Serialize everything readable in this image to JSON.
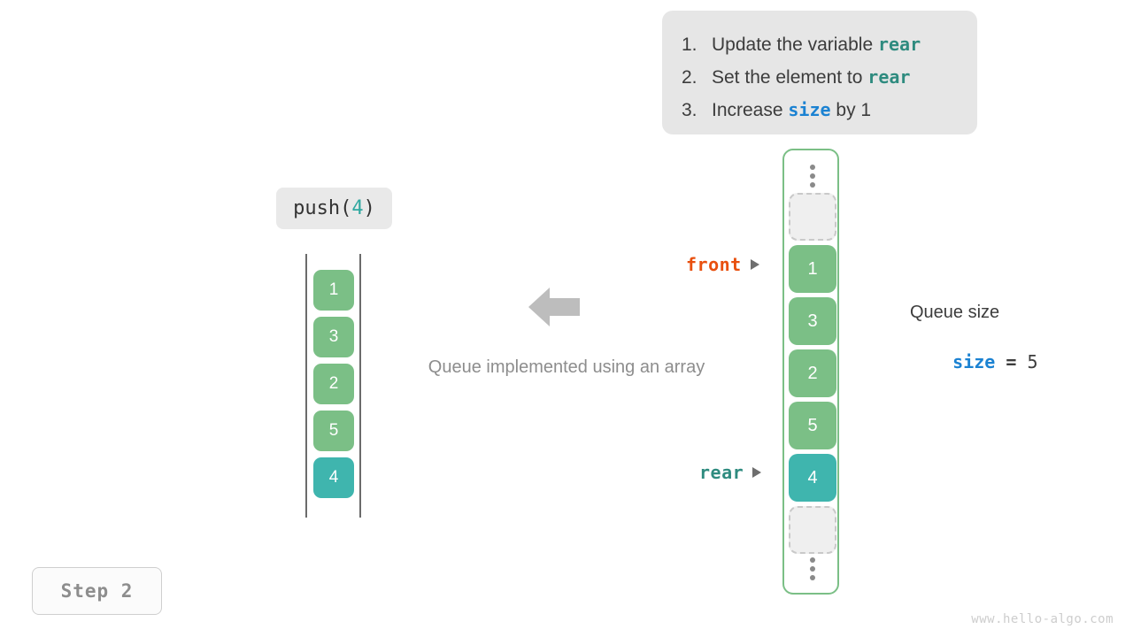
{
  "instructions": {
    "items": [
      {
        "num": "1.",
        "pre": "Update the variable ",
        "code": "rear",
        "post": "",
        "code_color": "teal"
      },
      {
        "num": "2.",
        "pre": "Set the element to ",
        "code": "rear",
        "post": "",
        "code_color": "teal"
      },
      {
        "num": "3.",
        "pre": "Increase ",
        "code": "size",
        "post": " by 1",
        "code_color": "blue"
      }
    ]
  },
  "operation": {
    "prefix": "push(",
    "argument": "4",
    "suffix": ")"
  },
  "left_queue": {
    "cells": [
      {
        "value": "1",
        "color": "green"
      },
      {
        "value": "3",
        "color": "green"
      },
      {
        "value": "2",
        "color": "green"
      },
      {
        "value": "5",
        "color": "green"
      },
      {
        "value": "4",
        "color": "teal"
      }
    ]
  },
  "center": {
    "arrow_direction": "left",
    "caption": "Queue implemented using an array"
  },
  "pointers": {
    "front": "front",
    "rear": "rear"
  },
  "array": {
    "top_ellipsis": "⋮",
    "bottom_ellipsis": "⋮",
    "cells": [
      {
        "value": "",
        "color": "empty"
      },
      {
        "value": "1",
        "color": "green"
      },
      {
        "value": "3",
        "color": "green"
      },
      {
        "value": "2",
        "color": "green"
      },
      {
        "value": "5",
        "color": "green"
      },
      {
        "value": "4",
        "color": "teal"
      },
      {
        "value": "",
        "color": "empty"
      }
    ]
  },
  "size_readout": {
    "title": "Queue size",
    "variable": "size",
    "equals": " = ",
    "value": "5"
  },
  "step": {
    "label": "Step 2"
  },
  "watermark": {
    "text": "www.hello-algo.com"
  },
  "colors": {
    "green": "#7bbf86",
    "teal": "#3fb5ae",
    "front_orange": "#e8500f",
    "rear_teal": "#2e8b7f",
    "size_blue": "#1b82d2",
    "card_bg": "#e6e6e6",
    "gray_text": "#8d8d8d"
  }
}
